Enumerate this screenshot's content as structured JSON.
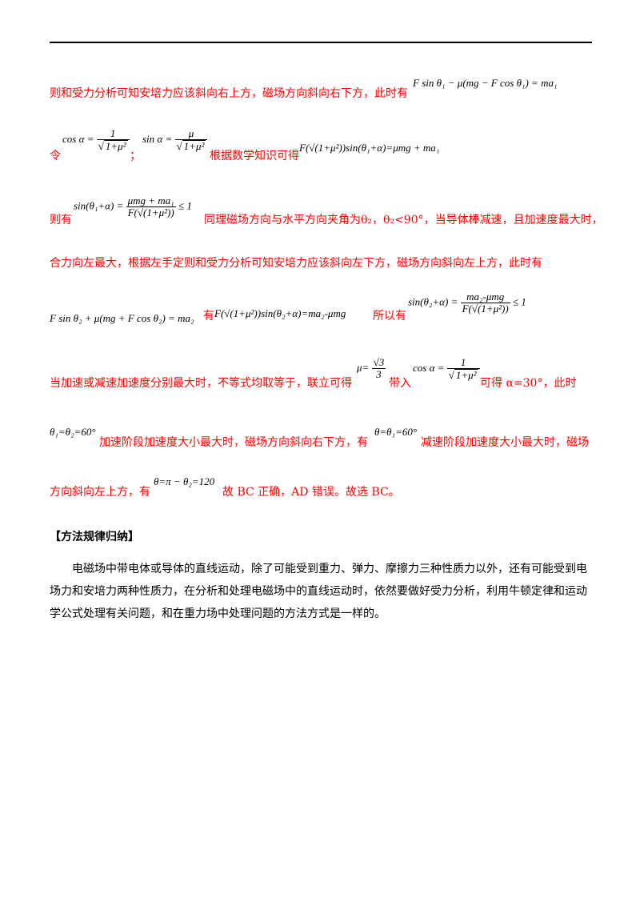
{
  "lines": {
    "l1_text": "则和受力分析可知安培力应该斜向右上方，磁场方向斜向右下方，此时有",
    "l1_formula": "F sin θ₁ − μ(mg − F cos θ₁) = ma₁",
    "l2_prefix": "令",
    "l2_cos": "cos α =",
    "l2_cos_num": "1",
    "l2_cos_den": "1+μ²",
    "l2_sep": "；",
    "l2_sin": "sin α =",
    "l2_sin_num": "μ",
    "l2_sin_den": "1+μ²",
    "l2_text": "根据数学知识可得",
    "l2_formula": "F(√(1+μ²))sin(θ₁+α)=μmg + ma₁",
    "l3_prefix": "则有",
    "l3_lhs": "sin(θ₁+α) =",
    "l3_num": "μmg + ma₁",
    "l3_den": "F(√(1+μ²))",
    "l3_rel": "≤ 1",
    "l3_text": "同理磁场方向与水平方向夹角为θ₂，θ₂<90°，当导体棒减速，且加速度最大时，",
    "l4_text": "合力向左最大，根据左手定则和受力分析可知安培力应该斜向左下方，磁场方向斜向左上方，此时有",
    "l5_formula1": "F sin θ₂ + μ(mg + F cos θ₂) = ma₂",
    "l5_t1": "有",
    "l5_formula2": "F(√(1+μ²))sin(θ₂+α)=ma₂-μmg",
    "l5_t2": "所以有",
    "l5_lhs": "sin(θ₂+α) =",
    "l5_num": "ma₂-μmg",
    "l5_den": "F(√(1+μ²))",
    "l5_rel": "≤ 1",
    "l6_text": "当加速或减速加速度分别最大时，不等式均取等于，联立可得",
    "l6_mu": "μ=",
    "l6_mu_num": "√3",
    "l6_mu_den": "3",
    "l6_t2": "带入",
    "l6_cos": "cos α =",
    "l6_cos_num": "1",
    "l6_cos_den": "1+μ²",
    "l6_t3": "可得 α=30°，此时",
    "l7_formula": "θ₁=θ₂=60°",
    "l7_t1": "加速阶段加速度大小最大时，磁场方向斜向右下方，有",
    "l7_formula2": "θ=θ₁=60°",
    "l7_t2": "减速阶段加速度大小最大时，磁场",
    "l8_t1": "方向斜向左上方，有",
    "l8_formula": "θ=π − θ₂=120",
    "l8_t2": "故 BC 正确，AD 错误。故选 BC。"
  },
  "section": {
    "heading": "【方法规律归纳】",
    "paragraph": "电磁场中带电体或导体的直线运动，除了可能受到重力、弹力、摩擦力三种性质力以外，还有可能受到电场力和安培力两种性质力，在分析和处理电磁场中的直线运动时，依然要做好受力分析，利用牛顿定律和运动学公式处理有关问题，和在重力场中处理问题的方法方式是一样的。"
  },
  "colors": {
    "answer_text": "#ff0000",
    "body_text": "#000000"
  }
}
